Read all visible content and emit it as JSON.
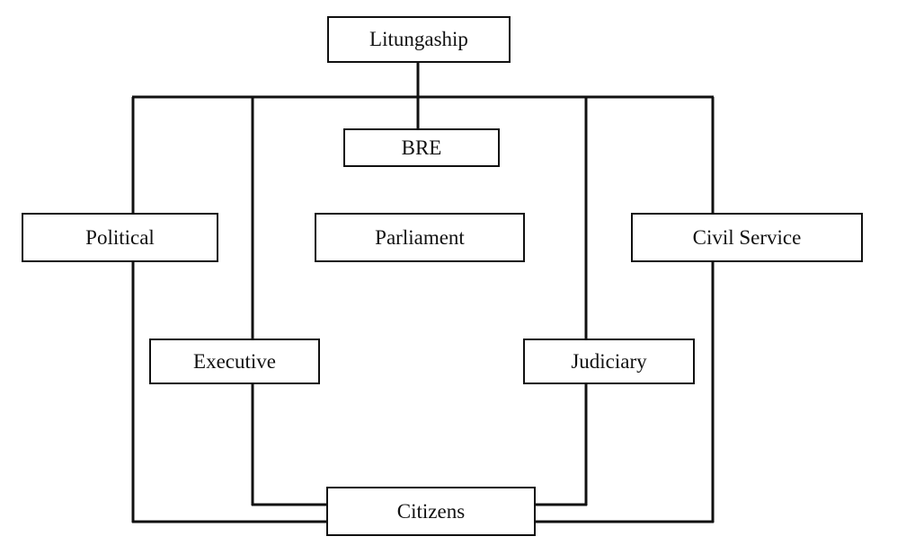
{
  "nodes": {
    "litungaship": "Litungaship",
    "bre": "BRE",
    "political": "Political",
    "parliament": "Parliament",
    "civil_service": "Civil Service",
    "executive": "Executive",
    "judiciary": "Judiciary",
    "citizens": "Citizens"
  },
  "colors": {
    "line": "#111111",
    "background": "#ffffff"
  }
}
